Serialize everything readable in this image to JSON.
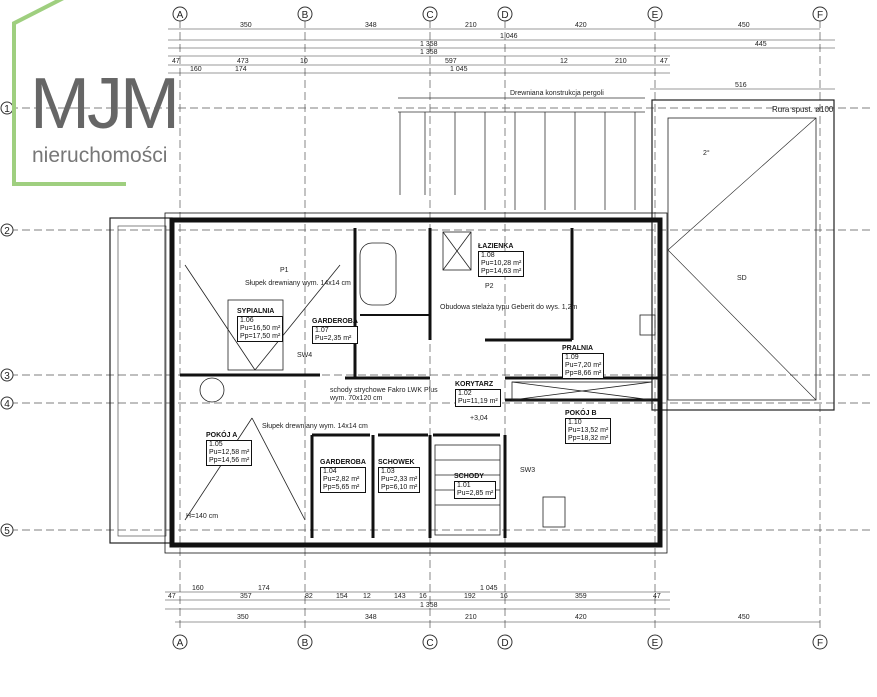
{
  "logo": {
    "brand": "MJM",
    "tagline": "nieruchomości",
    "color": "#9fcf7f"
  },
  "axes": {
    "columns": [
      "A",
      "B",
      "C",
      "D",
      "E",
      "F"
    ],
    "rows": [
      "1",
      "2",
      "3",
      "4",
      "5"
    ]
  },
  "dimensions": {
    "top": {
      "row1": [
        "350",
        "348",
        "210",
        "420",
        "450"
      ],
      "row2": [
        "1 046"
      ],
      "row3": [
        "1 358",
        "445"
      ],
      "row4": [
        "1 358"
      ],
      "row5": [
        "47",
        "473",
        "10",
        "597",
        "12",
        "210",
        "47"
      ],
      "row6": [
        "160",
        "174",
        "1 045"
      ],
      "roof": "516"
    },
    "bottom": {
      "row1": [
        "160",
        "174",
        "1 045"
      ],
      "row2": [
        "47",
        "357",
        "82",
        "154",
        "12",
        "143",
        "16",
        "192",
        "16",
        "359",
        "47"
      ],
      "row3": [
        "1 358"
      ],
      "row4": [
        "350",
        "348",
        "210",
        "420",
        "450"
      ]
    }
  },
  "rooms": [
    {
      "name": "SYPIALNIA",
      "number": "1.06",
      "pu": "Pu=16,50 m²",
      "pp": "Pp=17,50 m²"
    },
    {
      "name": "GARDEROBA",
      "number": "1.07",
      "pu": "Pu=2,35 m²",
      "pp": ""
    },
    {
      "name": "ŁAZIENKA",
      "number": "1.08",
      "pu": "Pu=10,28 m²",
      "pp": "Pp=14,63 m²"
    },
    {
      "name": "PRALNIA",
      "number": "1.09",
      "pu": "Pu=7,20 m²",
      "pp": "Pp=8,66 m²"
    },
    {
      "name": "KORYTARZ",
      "number": "1.02",
      "pu": "Pu=11,19 m²",
      "pp": ""
    },
    {
      "name": "POKÓJ A",
      "number": "1.05",
      "pu": "Pu=12,58 m²",
      "pp": "Pp=14,56 m²"
    },
    {
      "name": "POKÓJ B",
      "number": "1.10",
      "pu": "Pu=13,52 m²",
      "pp": "Pp=18,32 m²"
    },
    {
      "name": "GARDEROBA",
      "number": "1.04",
      "pu": "Pu=2,82 m²",
      "pp": "Pp=5,65 m²"
    },
    {
      "name": "SCHOWEK",
      "number": "1.03",
      "pu": "Pu=2,33 m²",
      "pp": "Pp=6,10 m²"
    },
    {
      "name": "SCHODY",
      "number": "1.01",
      "pu": "Pu=2,85 m²",
      "pp": ""
    }
  ],
  "annotations": {
    "pergola": "Drewniana konstrukcja pergoli",
    "post1": "Słupek drewniany wym. 14x14 cm",
    "post2": "Słupek drewniany wym. 14x14 cm",
    "stairs": "schody strychowe Fakro LWK Plus wym. 70x120 cm",
    "casing": "Obudowa stelaża typu Geberit do wys. 1,2m",
    "roof_drain": "Rura spust. ø100",
    "level": "+3,04",
    "sd": "SD",
    "sw4": "SW4",
    "sw3": "SW3",
    "p1": "P1",
    "p2": "P2",
    "h": "H=140 cm",
    "slope": "2°"
  }
}
